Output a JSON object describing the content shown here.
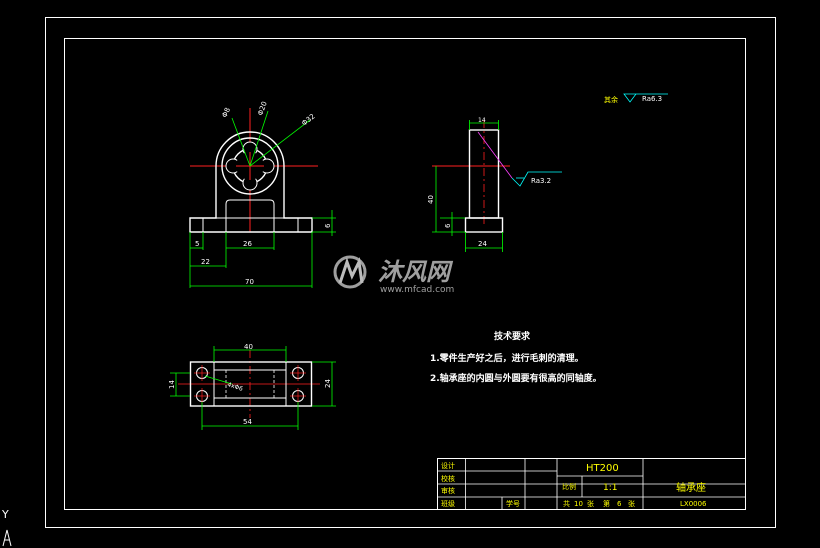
{
  "colors": {
    "background": "#000000",
    "frame": "#ffffff",
    "part": "#ffffff",
    "dimension": "#00ff00",
    "centerline": "#ff0000",
    "leader": "#ff00ff",
    "roughness": "#00ffff",
    "notes": "#ffffff",
    "title_block_text": "#ffff00"
  },
  "front_view": {
    "diameter_labels": [
      "Φ8",
      "Φ20",
      "Φ32"
    ],
    "dim_5": "5",
    "dim_26": "26",
    "dim_22": "22",
    "dim_70": "70",
    "dim_6_h": "6"
  },
  "side_view": {
    "dim_14": "14",
    "dim_40": "40",
    "dim_6": "6",
    "dim_24": "24",
    "roughness": "Ra3.2"
  },
  "top_view": {
    "dim_40": "40",
    "dim_14": "14",
    "dim_24": "24",
    "dim_54": "54",
    "holes_label": "4xΦ6"
  },
  "other_roughness": {
    "prefix": "其余",
    "value": "Ra6.3"
  },
  "technical_requirements": {
    "title": "技术要求",
    "items": [
      "1.零件生产好之后，进行毛刺的清理。",
      "2.轴承座的内圆与外圆要有很高的同轴度。"
    ]
  },
  "title_block": {
    "row_labels": [
      "设计",
      "校核",
      "审核",
      "班级"
    ],
    "student_no_label": "学号",
    "material": "HT200",
    "scale_label": "比例",
    "scale_value": "1:1",
    "part_name": "轴承座",
    "sheet_total_prefix": "共",
    "sheet_total": "10",
    "sheet_unit": "张",
    "sheet_no_prefix": "第",
    "sheet_no": "6",
    "sheet_no_unit": "张",
    "drawing_no": "LX0006"
  },
  "watermark": {
    "brand": "沐风网",
    "url": "www.mfcad.com"
  },
  "ucs": {
    "axis": "Y"
  }
}
